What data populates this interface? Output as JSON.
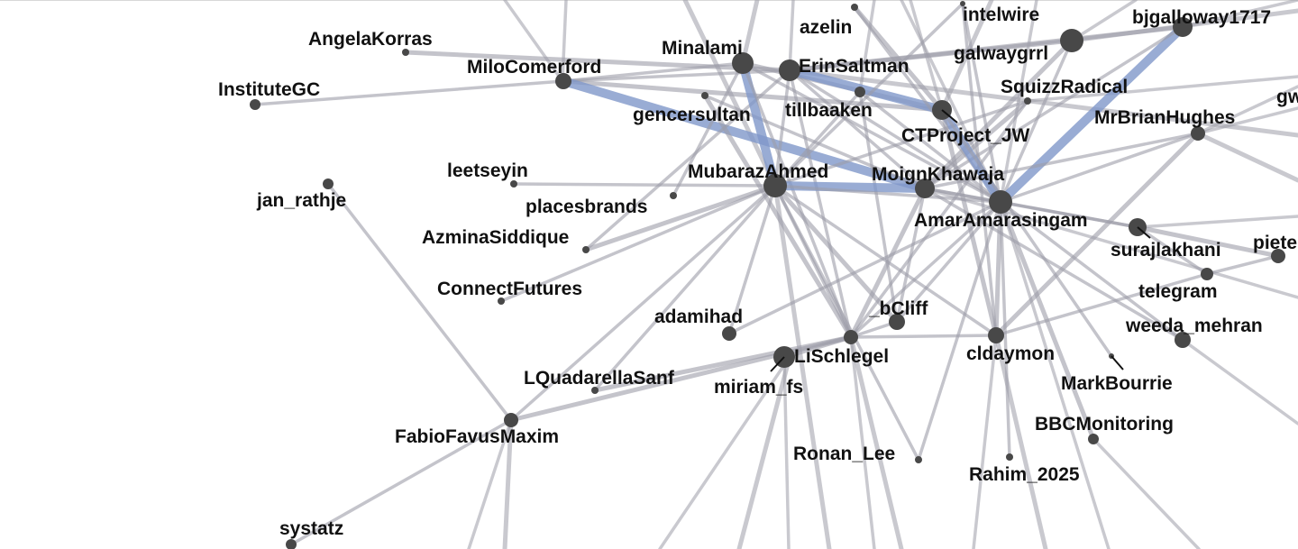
{
  "edge_color": "#9c9ca8",
  "strong_edge_color": "#7f97c9",
  "node_color": "#484848",
  "nodes": [
    {
      "id": "AngelaKorras",
      "label": "AngelaKorras"
    },
    {
      "id": "MiloComerford",
      "label": "MiloComerford"
    },
    {
      "id": "InstituteGC",
      "label": "InstituteGC"
    },
    {
      "id": "Minalami",
      "label": "Minalami"
    },
    {
      "id": "azelin",
      "label": "azelin"
    },
    {
      "id": "ErinSaltman",
      "label": "ErinSaltman"
    },
    {
      "id": "intelwire",
      "label": "intelwire"
    },
    {
      "id": "galwaygrrl",
      "label": "galwaygrrl"
    },
    {
      "id": "bjgalloway1717",
      "label": "bjgalloway1717"
    },
    {
      "id": "gw",
      "label": "gw"
    },
    {
      "id": "gencersultan",
      "label": "gencersultan"
    },
    {
      "id": "tillbaaken",
      "label": "tillbaaken"
    },
    {
      "id": "SquizzRadical",
      "label": "SquizzRadical"
    },
    {
      "id": "CTProject_JW",
      "label": "CTProject_JW"
    },
    {
      "id": "MrBrianHughes",
      "label": "MrBrianHughes"
    },
    {
      "id": "jan_rathje",
      "label": "jan_rathje"
    },
    {
      "id": "leetseyin",
      "label": "leetseyin"
    },
    {
      "id": "MubarazAhmed",
      "label": "MubarazAhmed"
    },
    {
      "id": "MoignKhawaja",
      "label": "MoignKhawaja"
    },
    {
      "id": "placesbrands",
      "label": "placesbrands"
    },
    {
      "id": "AmarAmarasingam",
      "label": "AmarAmarasingam"
    },
    {
      "id": "AzminaSiddique",
      "label": "AzminaSiddique"
    },
    {
      "id": "surajlakhani",
      "label": "surajlakhani"
    },
    {
      "id": "piete",
      "label": "piete"
    },
    {
      "id": "ConnectFutures",
      "label": "ConnectFutures"
    },
    {
      "id": "telegram",
      "label": "telegram"
    },
    {
      "id": "adamihad",
      "label": "adamihad"
    },
    {
      "id": "_bCliff",
      "label": "_bCliff"
    },
    {
      "id": "weeda_mehran",
      "label": "weeda_mehran"
    },
    {
      "id": "LiSchlegel",
      "label": "LiSchlegel"
    },
    {
      "id": "cldaymon",
      "label": "cldaymon"
    },
    {
      "id": "LQuadarellaSanf",
      "label": "LQuadarellaSanf"
    },
    {
      "id": "miriam_fs",
      "label": "miriam_fs"
    },
    {
      "id": "MarkBourrie",
      "label": "MarkBourrie"
    },
    {
      "id": "FabioFavusMaxim",
      "label": "FabioFavusMaxim"
    },
    {
      "id": "BBCMonitoring",
      "label": "BBCMonitoring"
    },
    {
      "id": "Ronan_Lee",
      "label": "Ronan_Lee"
    },
    {
      "id": "Rahim_2025",
      "label": "Rahim_2025"
    },
    {
      "id": "systatz",
      "label": "systatz"
    }
  ],
  "edges": [
    [
      "AngelaKorras",
      "ErinSaltman"
    ],
    [
      "InstituteGC",
      "MiloComerford"
    ],
    [
      "MiloComerford",
      "Minalami"
    ],
    [
      "MiloComerford",
      "ErinSaltman"
    ],
    [
      "MiloComerford",
      "CTProject_JW"
    ],
    [
      "MiloComerford",
      "MoignKhawaja"
    ],
    [
      "jan_rathje",
      "FabioFavusMaxim"
    ],
    [
      "FabioFavusMaxim",
      "systatz"
    ],
    [
      "FabioFavusMaxim",
      "LiSchlegel"
    ],
    [
      "FabioFavusMaxim",
      "MubarazAhmed"
    ],
    [
      "leetseyin",
      "MubarazAhmed"
    ],
    [
      "placesbrands",
      "Minalami"
    ],
    [
      "AzminaSiddique",
      "MubarazAhmed"
    ],
    [
      "AzminaSiddique",
      "ErinSaltman"
    ],
    [
      "ConnectFutures",
      "MubarazAhmed"
    ],
    [
      "LQuadarellaSanf",
      "MubarazAhmed"
    ],
    [
      "LQuadarellaSanf",
      "LiSchlegel"
    ],
    [
      "adamihad",
      "MubarazAhmed"
    ],
    [
      "adamihad",
      "AmarAmarasingam"
    ],
    [
      "gencersultan",
      "MoignKhawaja"
    ],
    [
      "gencersultan",
      "LiSchlegel"
    ],
    [
      "Minalami",
      "MubarazAhmed"
    ],
    [
      "Minalami",
      "AmarAmarasingam"
    ],
    [
      "Minalami",
      "LiSchlegel"
    ],
    [
      "Minalami",
      "CTProject_JW"
    ],
    [
      "ErinSaltman",
      "MubarazAhmed"
    ],
    [
      "ErinSaltman",
      "MoignKhawaja"
    ],
    [
      "ErinSaltman",
      "AmarAmarasingam"
    ],
    [
      "ErinSaltman",
      "galwaygrrl"
    ],
    [
      "ErinSaltman",
      "LiSchlegel"
    ],
    [
      "ErinSaltman",
      "CTProject_JW"
    ],
    [
      "azelin",
      "AmarAmarasingam"
    ],
    [
      "azelin",
      "CTProject_JW"
    ],
    [
      "intelwire",
      "AmarAmarasingam"
    ],
    [
      "intelwire",
      "MubarazAhmed"
    ],
    [
      "intelwire",
      "cldaymon"
    ],
    [
      "galwaygrrl",
      "MoignKhawaja"
    ],
    [
      "galwaygrrl",
      "AmarAmarasingam"
    ],
    [
      "bjgalloway1717",
      "AmarAmarasingam"
    ],
    [
      "bjgalloway1717",
      "MoignKhawaja"
    ],
    [
      "bjgalloway1717",
      "ErinSaltman"
    ],
    [
      "tillbaaken",
      "MubarazAhmed"
    ],
    [
      "tillbaaken",
      "AmarAmarasingam"
    ],
    [
      "tillbaaken",
      "_bCliff"
    ],
    [
      "SquizzRadical",
      "MoignKhawaja"
    ],
    [
      "SquizzRadical",
      "LiSchlegel"
    ],
    [
      "SquizzRadical",
      "MubarazAhmed"
    ],
    [
      "CTProject_JW",
      "AmarAmarasingam"
    ],
    [
      "CTProject_JW",
      "cldaymon"
    ],
    [
      "CTProject_JW",
      "MarkBourrie"
    ],
    [
      "MrBrianHughes",
      "AmarAmarasingam"
    ],
    [
      "MrBrianHughes",
      "MoignKhawaja"
    ],
    [
      "MrBrianHughes",
      "cldaymon"
    ],
    [
      "MubarazAhmed",
      "MoignKhawaja"
    ],
    [
      "MubarazAhmed",
      "AmarAmarasingam"
    ],
    [
      "MubarazAhmed",
      "LiSchlegel"
    ],
    [
      "MubarazAhmed",
      "_bCliff"
    ],
    [
      "MubarazAhmed",
      "cldaymon"
    ],
    [
      "MubarazAhmed",
      "Ronan_Lee"
    ],
    [
      "MoignKhawaja",
      "AmarAmarasingam"
    ],
    [
      "MoignKhawaja",
      "LiSchlegel"
    ],
    [
      "MoignKhawaja",
      "_bCliff"
    ],
    [
      "MoignKhawaja",
      "surajlakhani"
    ],
    [
      "AmarAmarasingam",
      "surajlakhani"
    ],
    [
      "AmarAmarasingam",
      "cldaymon"
    ],
    [
      "AmarAmarasingam",
      "LiSchlegel"
    ],
    [
      "AmarAmarasingam",
      "_bCliff"
    ],
    [
      "AmarAmarasingam",
      "Ronan_Lee"
    ],
    [
      "AmarAmarasingam",
      "BBCMonitoring"
    ],
    [
      "AmarAmarasingam",
      "Rahim_2025"
    ],
    [
      "AmarAmarasingam",
      "weeda_mehran"
    ],
    [
      "surajlakhani",
      "telegram"
    ],
    [
      "surajlakhani",
      "piete"
    ],
    [
      "cldaymon",
      "telegram"
    ],
    [
      "cldaymon",
      "LiSchlegel"
    ],
    [
      "LiSchlegel",
      "_bCliff"
    ],
    [
      "LiSchlegel",
      "miriam_fs"
    ],
    [
      "telegram",
      "piete"
    ],
    [
      "weeda_mehran",
      "MoignKhawaja"
    ]
  ]
}
